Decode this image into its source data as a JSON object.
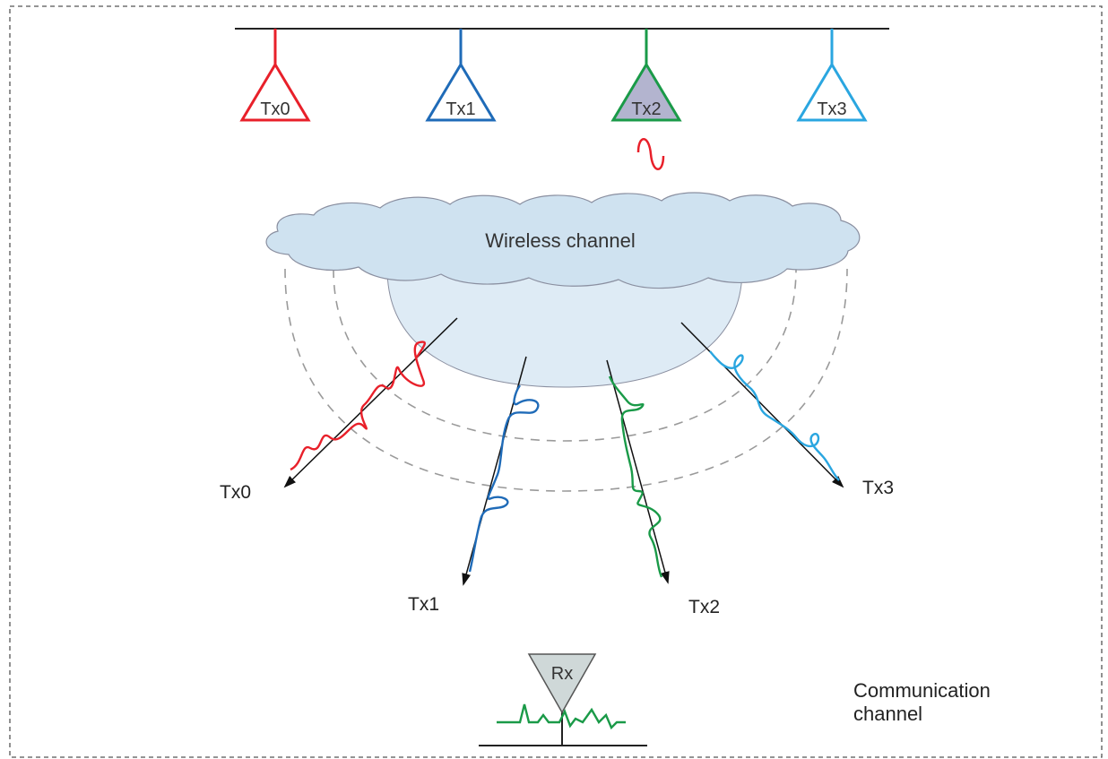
{
  "transmitters": [
    {
      "label": "Tx0",
      "color": "#e8202a"
    },
    {
      "label": "Tx1",
      "color": "#1f6bb8"
    },
    {
      "label": "Tx2",
      "color": "#1a9a48",
      "fill": "#b3b4cf",
      "active": true
    },
    {
      "label": "Tx3",
      "color": "#2aa6e0"
    }
  ],
  "cloud": {
    "label": "Wireless channel",
    "fill": "#cfe2f0",
    "dome_fill": "#deebf5"
  },
  "rays": [
    {
      "label": "Tx0",
      "color": "#e8202a"
    },
    {
      "label": "Tx1",
      "color": "#1f6bb8"
    },
    {
      "label": "Tx2",
      "color": "#1a9a48"
    },
    {
      "label": "Tx3",
      "color": "#2aa6e0"
    }
  ],
  "receiver": {
    "label": "Rx",
    "fill": "#cfd8d8",
    "signal_color": "#1a9a48"
  },
  "caption": {
    "line1": "Communication",
    "line2": "channel"
  }
}
